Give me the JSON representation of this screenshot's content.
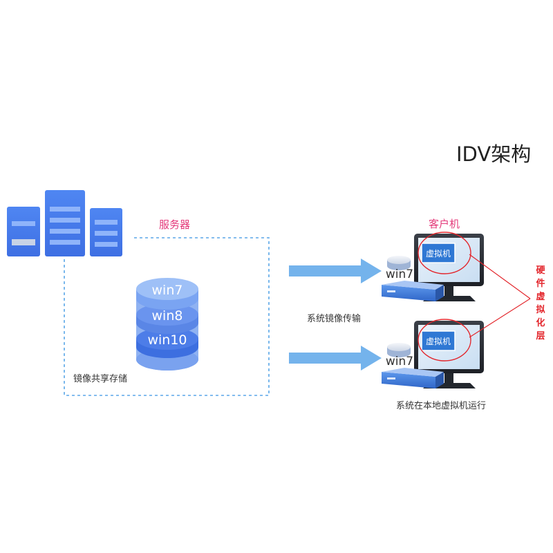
{
  "title": "IDV架构",
  "server": {
    "label": "服务器",
    "storage_label": "镜像共享存储",
    "images": [
      "win7",
      "win8",
      "win10"
    ]
  },
  "transfer_label": "系统镜像传输",
  "client": {
    "label": "客户机",
    "os_label": "win7",
    "vm_label": "虚拟机",
    "run_label": "系统在本地虚拟机运行"
  },
  "hardware_layer_label": "硬件虚拟化层",
  "colors": {
    "accent_blue": "#4a7ff0",
    "label_pink": "#e4397a",
    "annotation_red": "#e3262c",
    "arrow_blue": "#74b3ec"
  }
}
